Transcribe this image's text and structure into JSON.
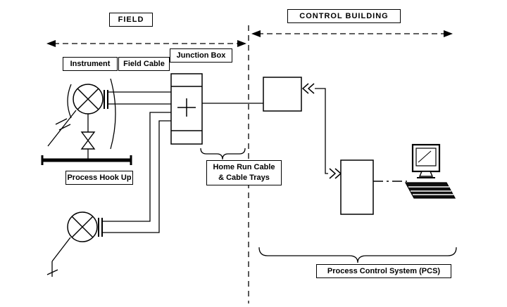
{
  "page": {
    "background": "#ffffff",
    "line_color": "#000000"
  },
  "zones": {
    "field": {
      "label": "FIELD"
    },
    "control_building": {
      "label": "CONTROL BUILDING"
    }
  },
  "labels": {
    "instrument": "Instrument",
    "field_cable": "Field Cable",
    "junction_box": "Junction Box",
    "process_hook_up": "Process Hook Up",
    "home_run_cable_line1": "Home Run Cable",
    "home_run_cable_line2": "& Cable Trays",
    "process_control_system": "Process Control System (PCS)"
  },
  "icons": {
    "instrument": "instrument-circle-icon",
    "valve": "valve-icon",
    "computer": "computer-icon",
    "chevron_in": "double-chevron-left-icon",
    "chevron_out": "double-chevron-right-icon"
  }
}
